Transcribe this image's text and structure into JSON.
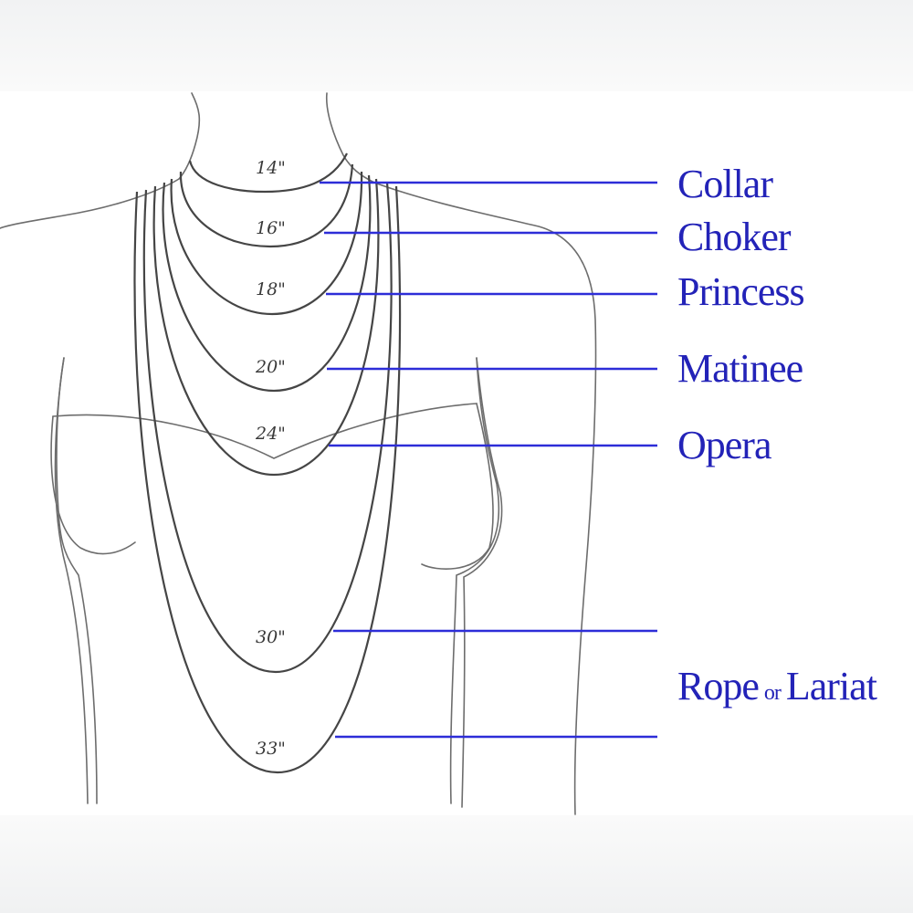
{
  "necklaces": [
    {
      "length": "14\"",
      "style": "Collar"
    },
    {
      "length": "16\"",
      "style": "Choker"
    },
    {
      "length": "18\"",
      "style": "Princess"
    },
    {
      "length": "20\"",
      "style": "Matinee"
    },
    {
      "length": "24\"",
      "style": "Opera"
    },
    {
      "length": "30\""
    },
    {
      "length": "33\""
    }
  ],
  "rope_label": {
    "first": "Rope",
    "joiner": "or",
    "second": "Lariat"
  },
  "colors": {
    "leader": "#2d2dd8",
    "style_text": "#2323b8",
    "chain": "#454545",
    "figure": "#6d6d6d"
  }
}
